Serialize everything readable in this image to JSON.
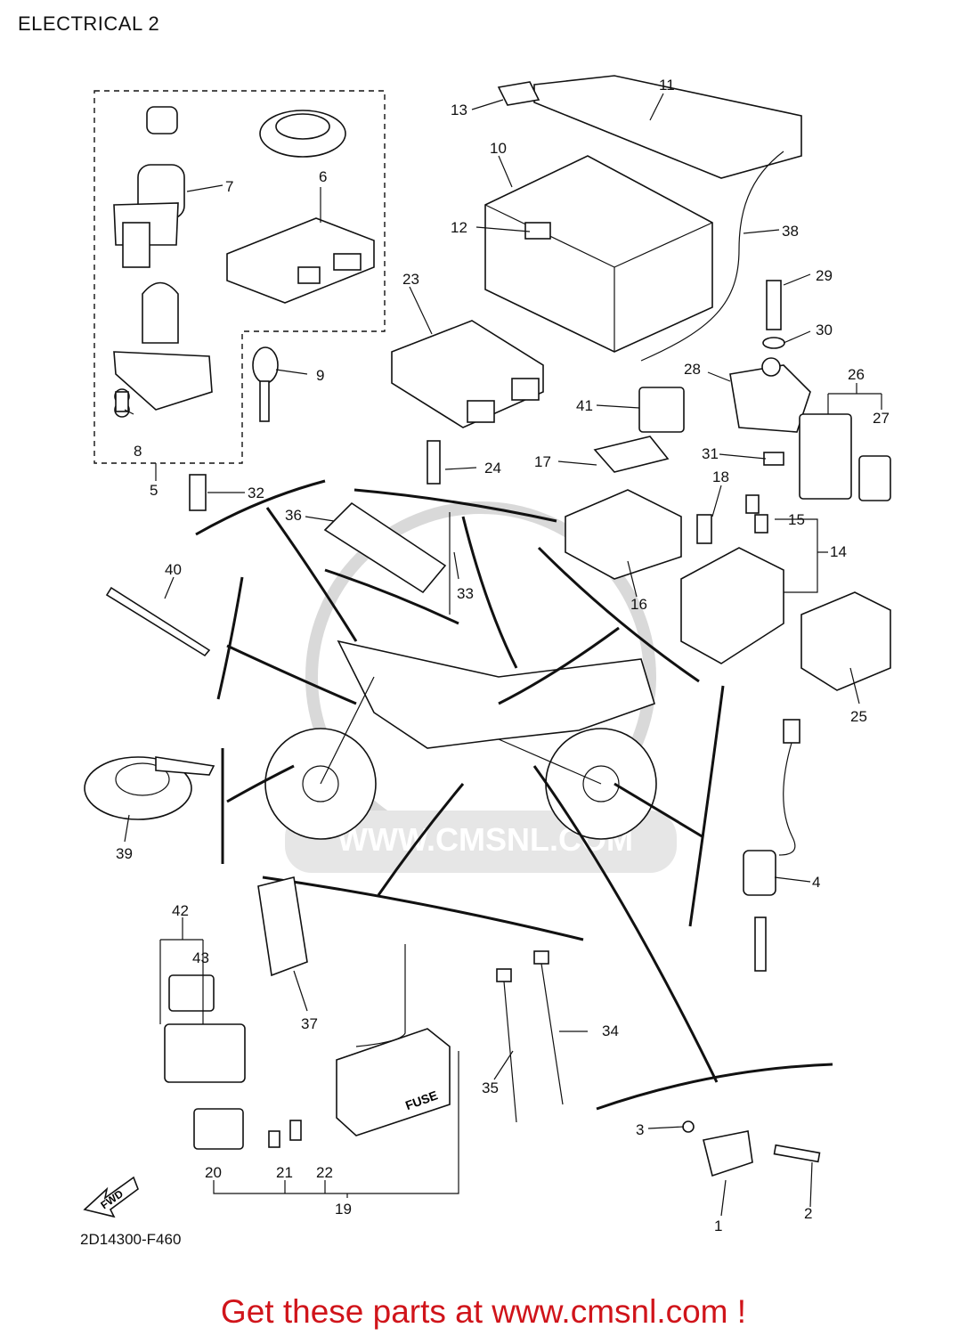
{
  "title": "ELECTRICAL 2",
  "diagram_code": "2D14300-F460",
  "footer_text": "Get these parts at www.cmsnl.com !",
  "watermark_text": "WWW.CMSNL.COM",
  "fwd_label": "FWD",
  "fuse_label": "FUSE",
  "callouts": [
    "1",
    "2",
    "3",
    "4",
    "5",
    "6",
    "7",
    "8",
    "9",
    "10",
    "11",
    "12",
    "13",
    "14",
    "15",
    "16",
    "17",
    "18",
    "19",
    "20",
    "21",
    "22",
    "23",
    "24",
    "25",
    "26",
    "27",
    "28",
    "29",
    "30",
    "31",
    "32",
    "33",
    "34",
    "35",
    "36",
    "37",
    "38",
    "39",
    "40",
    "41",
    "42",
    "43"
  ],
  "colors": {
    "footer": "#d0141a",
    "watermark": "#d9d9d9",
    "line": "#111111"
  }
}
